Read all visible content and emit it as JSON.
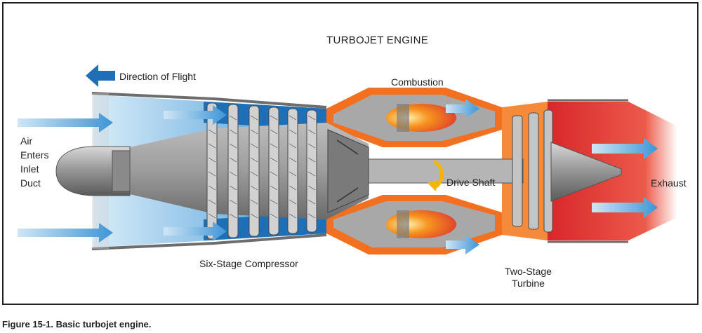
{
  "title": "TURBOJET ENGINE",
  "direction_label": "Direction of Flight",
  "air_inlet_label": [
    "Air",
    "Enters",
    "Inlet",
    "Duct"
  ],
  "combustion_label": "Combustion",
  "drive_shaft_label": "Drive Shaft",
  "exhaust_label": "Exhaust",
  "compressor_label": "Six-Stage Compressor",
  "turbine_label": [
    "Two-Stage",
    "Turbine"
  ],
  "caption": "Figure 15-1. Basic turbojet engine.",
  "colors": {
    "inlet_air": "#5ba9e0",
    "compressor_blue": "#1f6fb7",
    "combustion_orange": "#f37021",
    "exhaust_red": "#e0312b",
    "metal_gray": "#8c8c8c",
    "flow_arrow": "#4fa3dc",
    "rotation_arrow": "#f7b500",
    "direction_arrow": "#1f6fb7"
  },
  "icons": [
    "direction-arrow-icon",
    "flow-arrow-icon",
    "rotation-arrow-icon"
  ]
}
